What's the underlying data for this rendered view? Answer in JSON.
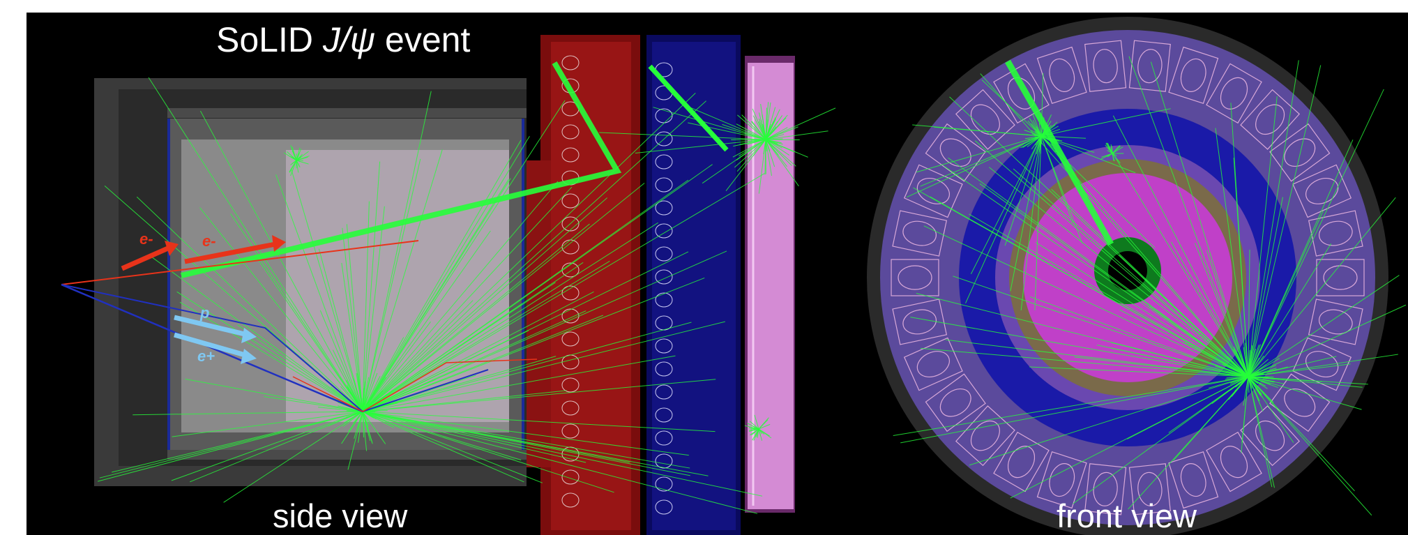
{
  "figure": {
    "title_prefix": "SoLID ",
    "title_italic": "J/ψ",
    "title_suffix": " event",
    "side_view_label": "side view",
    "front_view_label": "front view"
  },
  "particles": {
    "electron_label": "e-",
    "positron_label": "e+",
    "proton_label": "p"
  },
  "colors": {
    "background": "#000000",
    "track_green": "#26ff3a",
    "electron_red": "#e8331a",
    "arrow_blue": "#7fc8f2",
    "calorimeter_red": "#8a1010",
    "calorimeter_blue": "#101070",
    "pink_panel": "#d48bd4",
    "front_outer_purple": "#5b4a9c",
    "front_blue_ring": "#1a1aa8",
    "front_magenta": "#c040c8",
    "front_green_ring": "#0e7a1e"
  }
}
